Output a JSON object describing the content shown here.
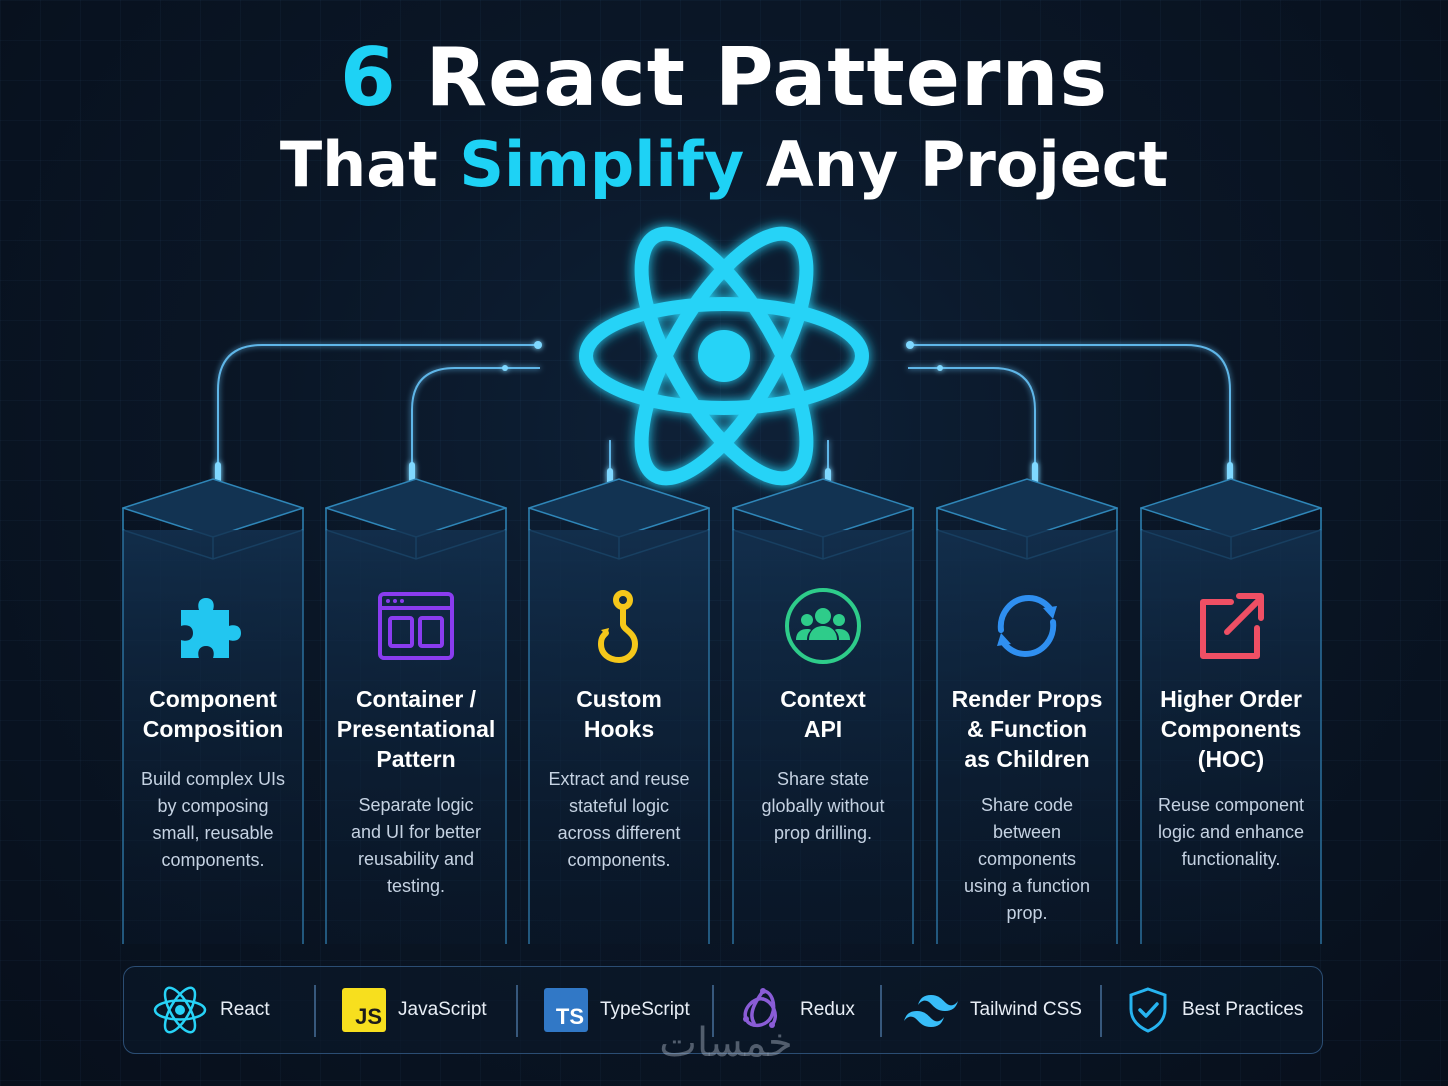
{
  "title": {
    "line1_accent": "6",
    "line1_rest": "React Patterns",
    "line2_start": "That",
    "line2_accent": "Simplify",
    "line2_end": "Any Project"
  },
  "colors": {
    "accent": "#1ed2f5",
    "background": "#0a1626",
    "card_border": "#2f86b8",
    "javascript": "#f7df1e",
    "typescript": "#3178c6",
    "redux": "#764abc",
    "context_green": "#2ecc8a",
    "render_props_blue": "#2f8ff0",
    "hoc_red": "#ef4f64",
    "container_purple": "#8a3cf0",
    "hooks_yellow": "#f5c71a"
  },
  "center_logo": {
    "icon": "react-atom-icon"
  },
  "patterns": [
    {
      "icon": "puzzle-piece-icon",
      "title": [
        "Component",
        "Composition"
      ],
      "description": [
        "Build complex UIs",
        "by composing",
        "small, reusable",
        "components."
      ]
    },
    {
      "icon": "browser-window-icon",
      "title": [
        "Container /",
        "Presentational",
        "Pattern"
      ],
      "description": [
        "Separate logic",
        "and UI for better",
        "reusability and",
        "testing."
      ]
    },
    {
      "icon": "hook-icon",
      "title": [
        "Custom",
        "Hooks"
      ],
      "description": [
        "Extract and reuse",
        "stateful logic",
        "across different",
        "components."
      ]
    },
    {
      "icon": "users-group-icon",
      "title": [
        "Context",
        "API"
      ],
      "description": [
        "Share state",
        "globally without",
        "prop drilling."
      ]
    },
    {
      "icon": "refresh-arrows-icon",
      "title": [
        "Render Props",
        "& Function",
        "as Children"
      ],
      "description": [
        "Share code",
        "between",
        "components",
        "using a function",
        "prop."
      ]
    },
    {
      "icon": "external-link-icon",
      "title": [
        "Higher Order",
        "Components",
        "(HOC)"
      ],
      "description": [
        "Reuse component",
        "logic and enhance",
        "functionality."
      ]
    }
  ],
  "tech_bar": [
    {
      "icon": "react-icon",
      "label": "React"
    },
    {
      "icon": "javascript-badge-icon",
      "badge": "JS",
      "label": "JavaScript"
    },
    {
      "icon": "typescript-badge-icon",
      "badge": "TS",
      "label": "TypeScript"
    },
    {
      "icon": "redux-icon",
      "label": "Redux"
    },
    {
      "icon": "tailwind-icon",
      "label": "Tailwind CSS"
    },
    {
      "icon": "shield-check-icon",
      "label": "Best Practices"
    }
  ],
  "watermark": "خمسات"
}
